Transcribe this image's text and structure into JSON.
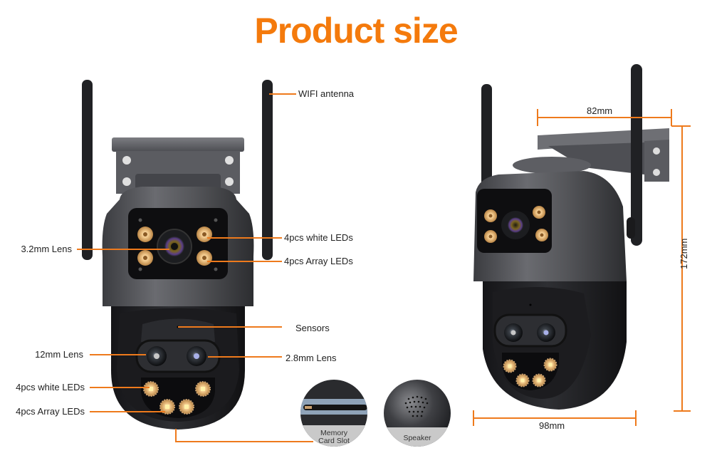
{
  "title": "Product size",
  "accent_color": "#f47a0c",
  "front_view": {
    "callouts": {
      "wifi_antenna": "WIFI antenna",
      "lens_3_2": "3.2mm Lens",
      "white_leds_top": "4pcs white LEDs",
      "array_leds_top": "4pcs Array LEDs",
      "sensors": "Sensors",
      "lens_12": "12mm Lens",
      "lens_2_8": "2.8mm Lens",
      "white_leds_bottom": "4pcs white LEDs",
      "array_leds_bottom": "4pcs Array LEDs"
    },
    "detail_circles": [
      {
        "label_line1": "Memory",
        "label_line2": "Card Slot"
      },
      {
        "label_line1": "Speaker",
        "label_line2": ""
      }
    ]
  },
  "side_view": {
    "dimensions": {
      "bracket_width": "82mm",
      "height": "172mm",
      "body_width": "98mm"
    }
  }
}
